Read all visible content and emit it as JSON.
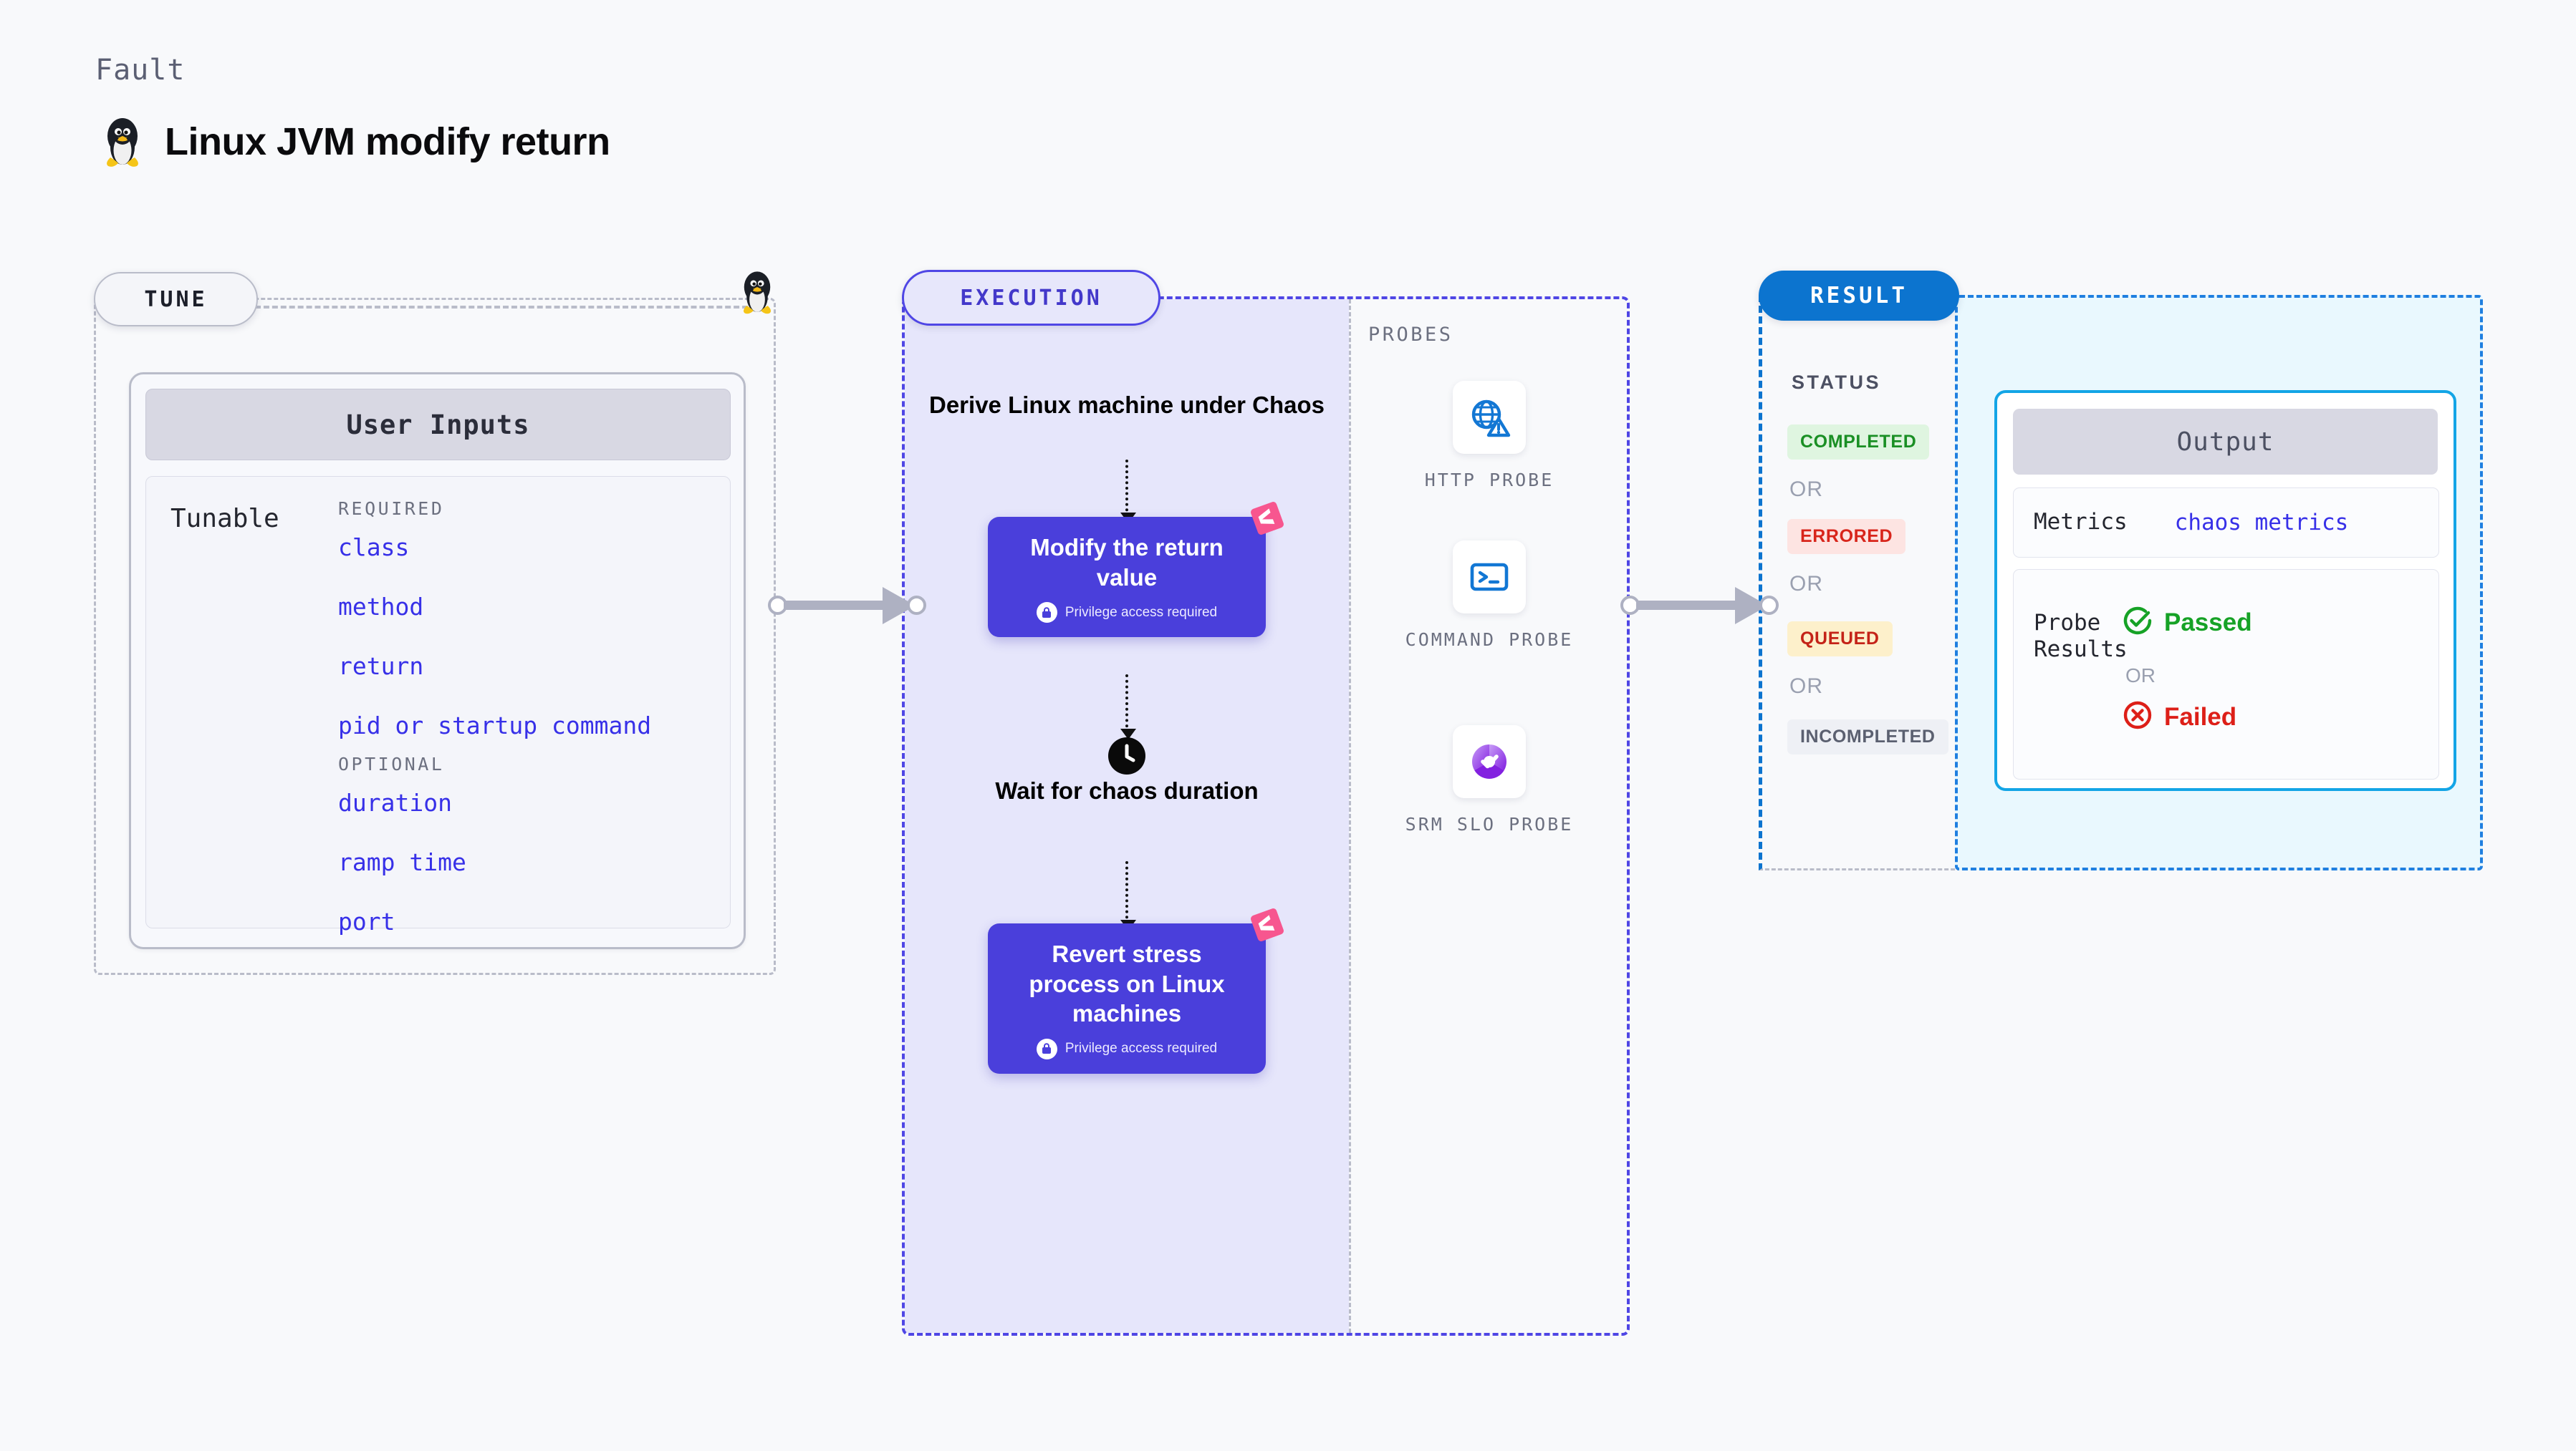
{
  "header": {
    "kicker": "Fault",
    "title": "Linux JVM modify return",
    "icon": "linux-tux-icon"
  },
  "tune": {
    "stage_label": "TUNE",
    "marker_icon": "linux-tux-icon",
    "card_header": "User Inputs",
    "tunable_label": "Tunable",
    "groups": [
      {
        "title": "REQUIRED",
        "items": [
          "class",
          "method",
          "return",
          "pid or startup command"
        ]
      },
      {
        "title": "OPTIONAL",
        "items": [
          "duration",
          "ramp time",
          "port"
        ]
      }
    ]
  },
  "execution": {
    "stage_label": "EXECUTION",
    "steps": [
      {
        "kind": "text",
        "label": "Derive Linux machine under Chaos"
      },
      {
        "kind": "card",
        "label": "Modify the return value",
        "note": "Privilege access required",
        "note_icon": "lock-icon",
        "badge_icon": "chaos-mark-icon"
      },
      {
        "kind": "wait",
        "label": "Wait for chaos duration",
        "icon": "clock-icon"
      },
      {
        "kind": "card",
        "label": "Revert stress process on Linux machines",
        "note": "Privilege access required",
        "note_icon": "lock-icon",
        "badge_icon": "chaos-mark-icon"
      }
    ]
  },
  "probes": {
    "title": "PROBES",
    "items": [
      {
        "label": "HTTP PROBE",
        "icon": "globe-warning-icon"
      },
      {
        "label": "COMMAND PROBE",
        "icon": "terminal-icon"
      },
      {
        "label": "SRM SLO PROBE",
        "icon": "slo-donut-check-icon"
      }
    ]
  },
  "result": {
    "stage_label": "RESULT",
    "status_title": "STATUS",
    "or_label": "OR",
    "statuses": [
      {
        "label": "COMPLETED",
        "bg": "#dff5e0",
        "fg": "#1a8f24"
      },
      {
        "label": "ERRORED",
        "bg": "#fde4e2",
        "fg": "#d8251b"
      },
      {
        "label": "QUEUED",
        "bg": "#fdf0cb",
        "fg": "#c42318"
      },
      {
        "label": "INCOMPLETED",
        "bg": "#eef0f5",
        "fg": "#5b6070"
      }
    ],
    "output": {
      "header": "Output",
      "metrics_key": "Metrics",
      "metrics_value": "chaos metrics",
      "probe_results_key": "Probe Results",
      "passed_label": "Passed",
      "failed_label": "Failed",
      "or_label": "OR",
      "passed_icon": "check-circle-icon",
      "failed_icon": "x-circle-icon"
    }
  },
  "colors": {
    "page_bg": "#f8f9fb",
    "indigo": "#4f46e5",
    "card_purple": "#4a3fdb",
    "result_blue": "#0c74cf",
    "output_cyan": "#13a5e6",
    "tunable_blue": "#3730e8",
    "chaos_pink": "#f7568f",
    "connector_gray": "#aeb1c2"
  }
}
